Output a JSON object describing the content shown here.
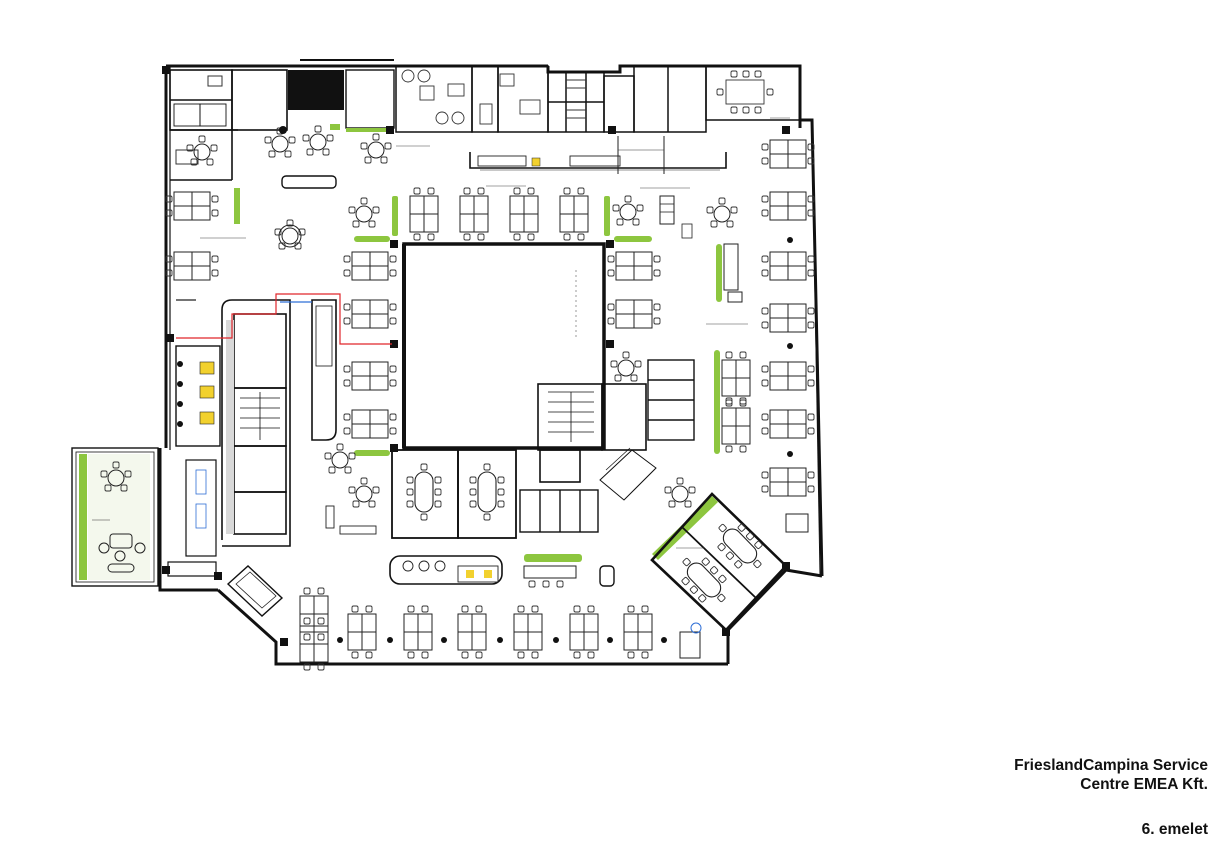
{
  "caption": {
    "company_line1": "FrieslandCampina Service",
    "company_line2": "Centre EMEA Kft.",
    "floor": "6. emelet"
  },
  "colors": {
    "wall": "#111111",
    "green": "#8dc63f",
    "red_line": "#e0262b",
    "blue_line": "#2f6fd6",
    "yellow": "#f2d12e",
    "furniture": "#333333"
  }
}
